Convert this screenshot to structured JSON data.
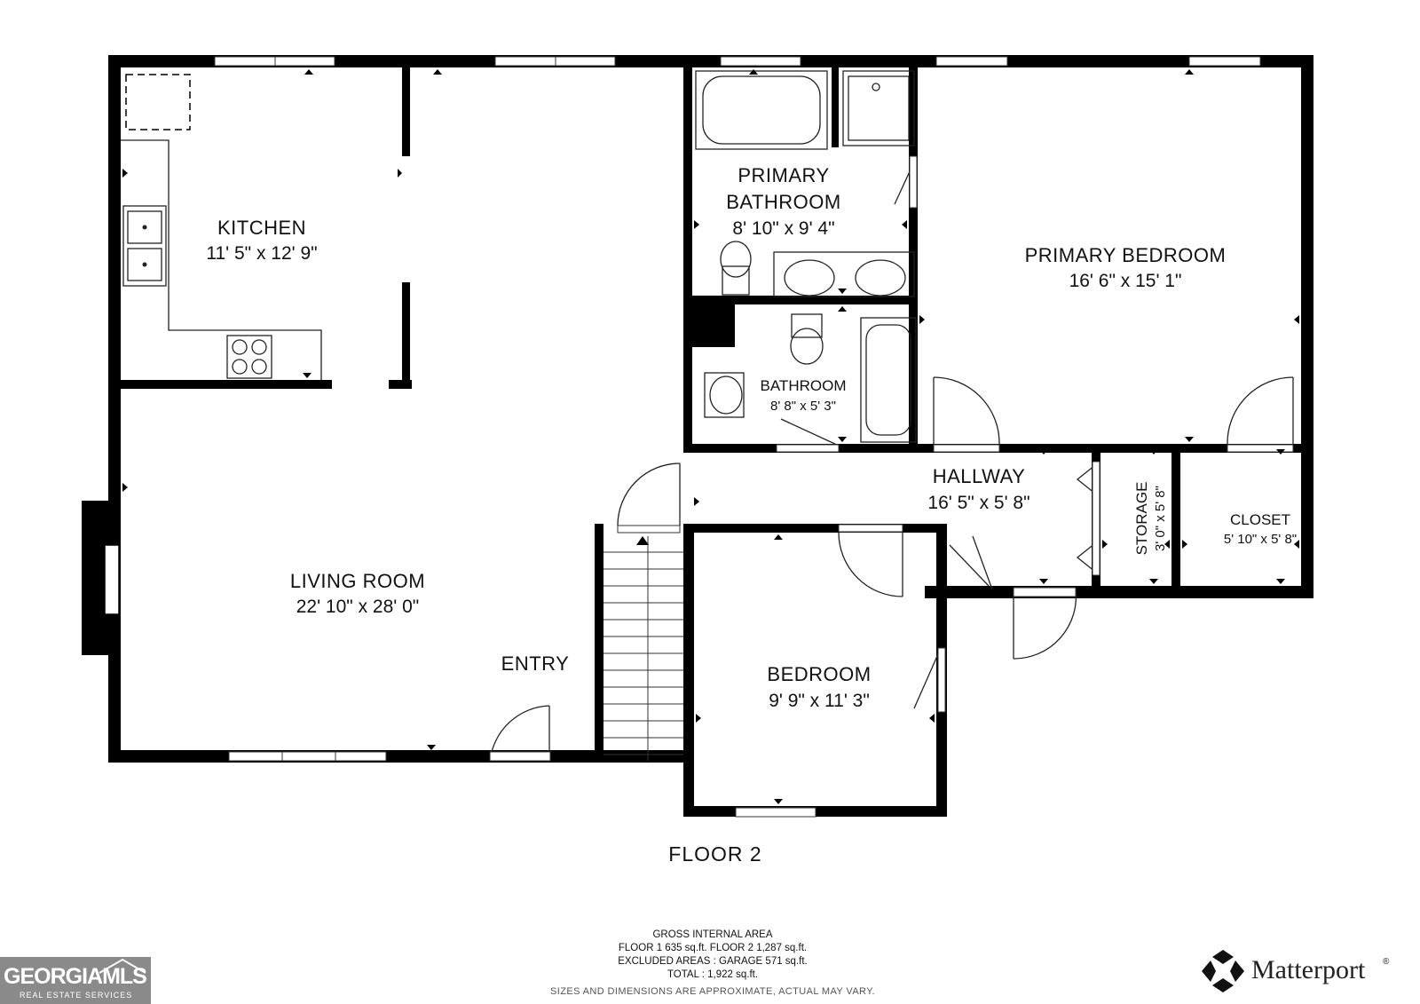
{
  "rooms": {
    "kitchen": {
      "name": "KITCHEN",
      "dims": "11' 5\" x 12' 9\""
    },
    "primary_bathroom": {
      "name_line1": "PRIMARY",
      "name_line2": "BATHROOM",
      "dims": "8' 10\" x 9' 4\""
    },
    "primary_bedroom": {
      "name": "PRIMARY BEDROOM",
      "dims": "16' 6\" x 15' 1\""
    },
    "bathroom": {
      "name": "BATHROOM",
      "dims": "8' 8\" x 5' 3\""
    },
    "hallway": {
      "name": "HALLWAY",
      "dims": "16' 5\" x 5' 8\""
    },
    "storage": {
      "name": "STORAGE",
      "dims": "3' 0\" x 5' 8\""
    },
    "closet": {
      "name": "CLOSET",
      "dims": "5' 10\" x 5' 8\""
    },
    "living_room": {
      "name": "LIVING ROOM",
      "dims": "22' 10\" x 28' 0\""
    },
    "entry": {
      "name": "ENTRY"
    },
    "bedroom": {
      "name": "BEDROOM",
      "dims": "9' 9\" x 11' 3\""
    }
  },
  "floor_label": "FLOOR 2",
  "footer": {
    "line1": "GROSS INTERNAL AREA",
    "line2": "FLOOR 1 635 sq.ft.    FLOOR 2 1,287 sq.ft.",
    "line3": "EXCLUDED AREAS :  GARAGE 571 sq.ft.",
    "line4": "TOTAL :  1,922 sq.ft.",
    "disclaimer": "SIZES AND DIMENSIONS ARE APPROXIMATE, ACTUAL MAY VARY."
  },
  "logos": {
    "georgia_mls": {
      "name": "GEORGIAMLS",
      "tagline": "REAL ESTATE SERVICES"
    },
    "matterport": {
      "name": "Matterport",
      "mark": "®"
    }
  }
}
